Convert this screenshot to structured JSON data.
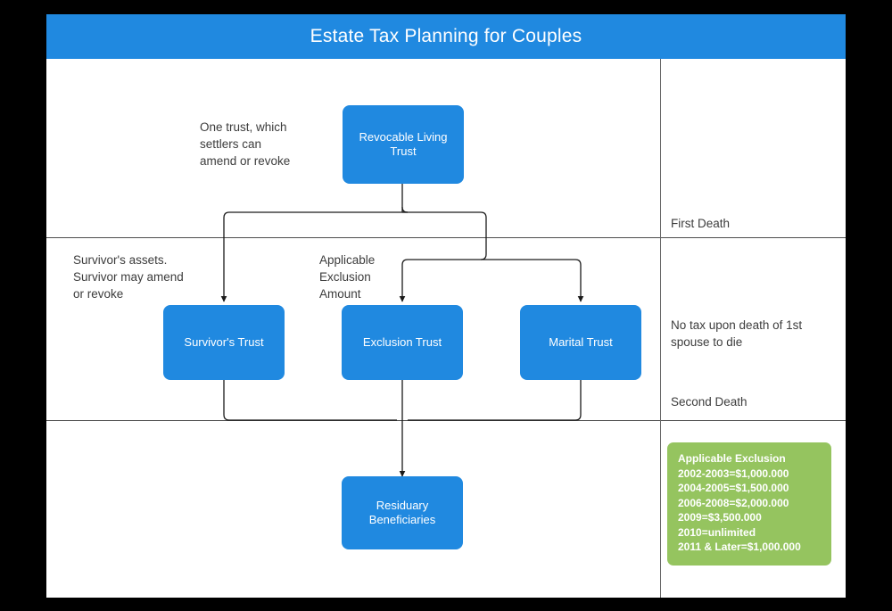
{
  "title": "Estate Tax Planning for Couples",
  "theme": {
    "node_fill": "#2089e0",
    "header_fill": "#2089e0",
    "legend_fill": "#95c45f",
    "text_on_fill": "#ffffff",
    "note_text": "#3c3c3c",
    "rule": "#4d4d4d",
    "canvas": "#ffffff",
    "page": "#000000"
  },
  "nodes": {
    "revocable_living_trust": "Revocable Living\nTrust",
    "survivors_trust": "Survivor's Trust",
    "exclusion_trust": "Exclusion Trust",
    "marital_trust": "Marital Trust",
    "residuary_beneficiaries": "Residuary\nBeneficiaries"
  },
  "notes": {
    "one_trust": "One trust, which\nsettlers can\namend or revoke",
    "survivors_assets": "Survivor's assets.\nSurvivor may amend\nor revoke",
    "applicable_exclusion_amount": "Applicable\nExclusion\nAmount"
  },
  "lanes": {
    "first_death": "First Death",
    "no_tax": "No tax upon death of 1st\nspouse to die",
    "second_death": "Second Death"
  },
  "legend": {
    "heading": "Applicable Exclusion",
    "rows": [
      "2002-2003=$1,000.000",
      "2004-2005=$1,500.000",
      "2006-2008=$2,000.000",
      "2009=$3,500.000",
      "2010=unlimited",
      "2011 & Later=$1,000.000"
    ]
  },
  "chart_data": {
    "type": "diagram",
    "diagram_kind": "flowchart-swimlane",
    "title": "Estate Tax Planning for Couples",
    "lanes": [
      "First Death",
      "No tax upon death of 1st spouse to die",
      "Second Death"
    ],
    "nodes": [
      {
        "id": "rlt",
        "label": "Revocable Living Trust",
        "shape": "rounded-rect",
        "fill": "#2089e0"
      },
      {
        "id": "st",
        "label": "Survivor's Trust",
        "shape": "rounded-rect",
        "fill": "#2089e0"
      },
      {
        "id": "et",
        "label": "Exclusion Trust",
        "shape": "rounded-rect",
        "fill": "#2089e0"
      },
      {
        "id": "mt",
        "label": "Marital Trust",
        "shape": "rounded-rect",
        "fill": "#2089e0"
      },
      {
        "id": "rb",
        "label": "Residuary Beneficiaries",
        "shape": "rounded-rect",
        "fill": "#2089e0"
      }
    ],
    "edges": [
      {
        "from": "rlt",
        "to": "st",
        "label": "Survivor's assets. Survivor may amend or revoke"
      },
      {
        "from": "rlt",
        "to": "et",
        "label": "Applicable Exclusion Amount"
      },
      {
        "from": "rlt",
        "to": "mt",
        "label": ""
      },
      {
        "from": "st",
        "to": "rb",
        "label": ""
      },
      {
        "from": "et",
        "to": "rb",
        "label": ""
      },
      {
        "from": "mt",
        "to": "rb",
        "label": ""
      }
    ],
    "annotations": [
      "One trust, which settlers can amend or revoke",
      "Applicable Exclusion 2002-2003=$1,000.000 2004-2005=$1,500.000 2006-2008=$2,000.000 2009=$3,500.000 2010=unlimited 2011 & Later=$1,000.000"
    ]
  }
}
